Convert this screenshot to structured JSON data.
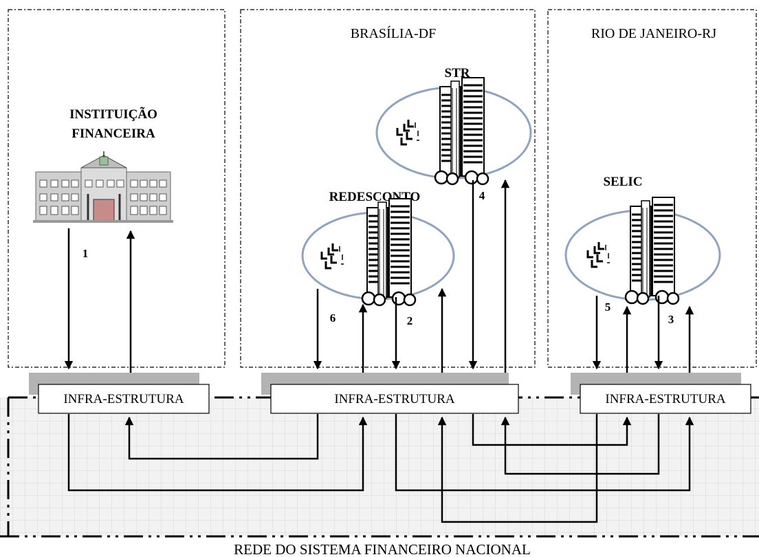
{
  "regions": {
    "brasilia": "BRASÍLIA-DF",
    "rio": "RIO DE JANEIRO-RJ"
  },
  "institution": {
    "line1": "INSTITUIÇÃO",
    "line2": "FINANCEIRA"
  },
  "systems": {
    "str": "STR",
    "redesconto": "REDESCONTO",
    "selic": "SELIC"
  },
  "infra": {
    "left": "INFRA-ESTRUTURA",
    "center": "INFRA-ESTRUTURA",
    "right": "INFRA-ESTRUTURA"
  },
  "flow_numbers": {
    "n1": "1",
    "n2": "2",
    "n3": "3",
    "n4": "4",
    "n5": "5",
    "n6": "6"
  },
  "network_label": "REDE DO SISTEMA FINANCEIRO NACIONAL",
  "colors": {
    "grid_bg": "#f2f2f2",
    "grid_line": "#d6d6d6",
    "ellipse_fill": "#ffffff",
    "ellipse_stroke": "#8fa4bf",
    "shadow": "#b3b3b3",
    "building_facade": "#cfcfcf",
    "building_door": "#c98a8a"
  },
  "icons": {
    "bank_building": "bank-building-icon",
    "central_bank": "central-bank-building-icon",
    "logo": "central-bank-logo-icon"
  }
}
